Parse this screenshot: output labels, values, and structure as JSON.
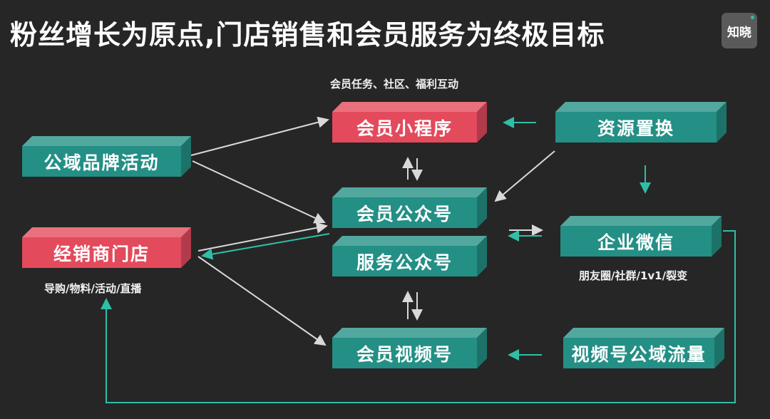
{
  "title": "粉丝增长为原点,门店销售和会员服务为终极目标",
  "logo": "知晓",
  "nodes": {
    "public_brand": "公域品牌活动",
    "dealer_store": "经销商门店",
    "mini_program": "会员小程序",
    "member_official": "会员公众号",
    "service_official": "服务公众号",
    "member_channels": "会员视频号",
    "resource_exchange": "资源置换",
    "wecom": "企业微信",
    "channels_traffic": "视频号公域流量"
  },
  "notes": {
    "mini_program": "会员任务、社区、福利互动",
    "dealer_store": "导购/物料/活动/直播",
    "wecom": "朋友圈/社群/1v1/裂变"
  },
  "colors": {
    "teal": "#238f85",
    "red": "#e34a5c",
    "background": "#262626",
    "arrow_white": "#d9d9d9",
    "arrow_teal": "#2fbfa6"
  }
}
